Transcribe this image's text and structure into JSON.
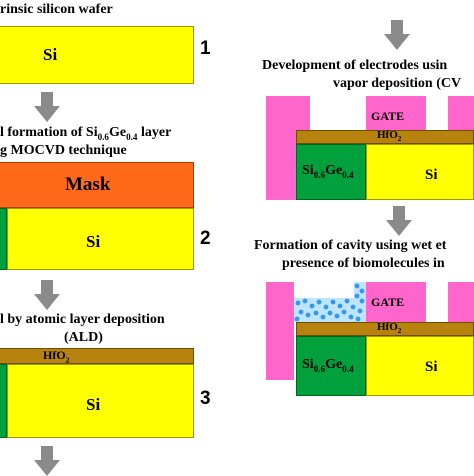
{
  "step1": {
    "caption": "rinsic silicon wafer",
    "si_label": "Si",
    "number": "1"
  },
  "step2": {
    "caption_line1_prefix": "l formation of Si",
    "caption_line1_sub1": "0.6",
    "caption_line1_mid": "Ge",
    "caption_line1_sub2": "0.4",
    "caption_line1_suffix": " layer",
    "caption_line2": "g MOCVD technique",
    "mask_label": "Mask",
    "si_label": "Si",
    "number": "2"
  },
  "step3": {
    "caption_line1": "l by atomic layer deposition",
    "caption_line2": "(ALD)",
    "hfo2_prefix": "HfO",
    "hfo2_sub": "2",
    "si_label": "Si",
    "number": "3"
  },
  "step4": {
    "caption_line1": "Development of electrodes usin",
    "caption_line2": "vapor deposition (CV",
    "gate_label": "GATE",
    "hfo2_prefix": "HfO",
    "hfo2_sub": "2",
    "sige_prefix": "Si",
    "sige_sub1": "0.6",
    "sige_mid": "Ge",
    "sige_sub2": "0.4",
    "si_label": "Si"
  },
  "step5": {
    "caption_line1": "Formation of cavity using wet et",
    "caption_line2": "presence of biomolecules in",
    "gate_label": "GATE",
    "hfo2_prefix": "HfO",
    "hfo2_sub": "2",
    "sige_prefix": "Si",
    "sige_sub1": "0.6",
    "sige_mid": "Ge",
    "sige_sub2": "0.4",
    "si_label": "Si"
  },
  "colors": {
    "silicon": "#ffff00",
    "sige": "#00a03c",
    "electrode": "#ff66cc",
    "hfo2": "#b8820e",
    "mask": "#ff6a1a",
    "arrow": "#8a8a8a",
    "biomolecule": "#3399ee"
  }
}
